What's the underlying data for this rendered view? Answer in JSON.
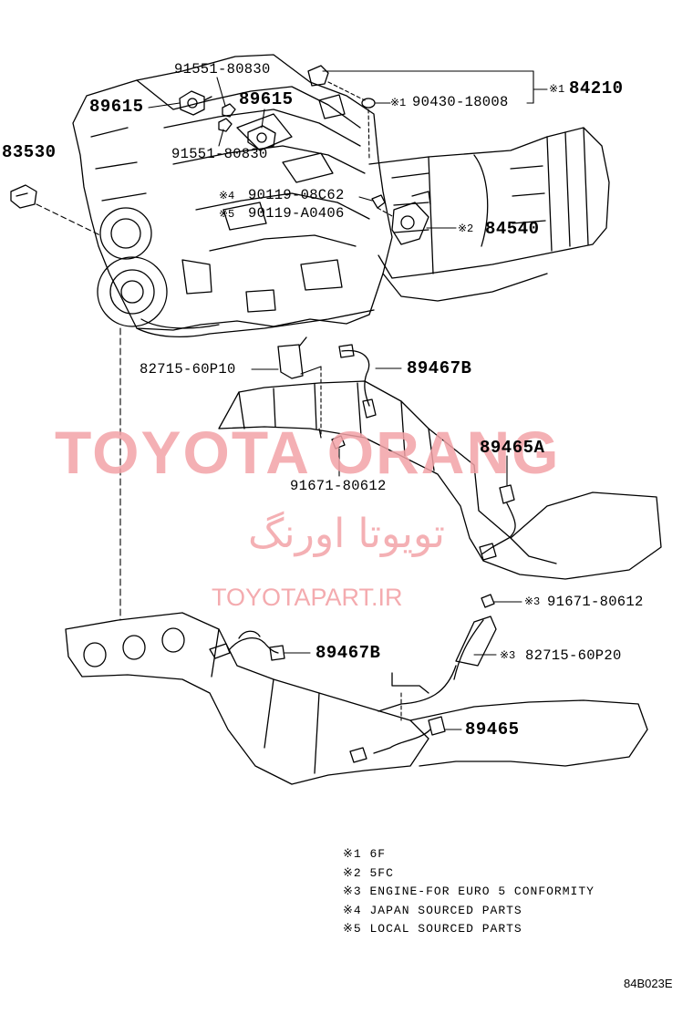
{
  "parts": {
    "p89615a": "89615",
    "p91551a": "91551-80830",
    "p89615b": "89615",
    "p91551b": "91551-80830",
    "p83530": "83530",
    "p90430_mark": "※1",
    "p90430": "90430-18008",
    "p84210_mark": "※1",
    "p84210": "84210",
    "p90119a_mark": "※4",
    "p90119a": "90119-08C62",
    "p90119b_mark": "※5",
    "p90119b": "90119-A0406",
    "p84540_mark": "※2",
    "p84540": "84540",
    "p82715a": "82715-60P10",
    "p89467b_upper": "89467B",
    "p91671a": "91671-80612",
    "p89465a": "89465A",
    "p91671b_mark": "※3",
    "p91671b": "91671-80612",
    "p82715b_mark": "※3",
    "p82715b": "82715-60P20",
    "p89467b_lower": "89467B",
    "p89465": "89465"
  },
  "notes": [
    "※1  6F",
    "※2  5FC",
    "※3  ENGINE-FOR EURO 5 CONFORMITY",
    "※4  JAPAN SOURCED PARTS",
    "※5  LOCAL SOURCED PARTS"
  ],
  "watermark": {
    "brand": "TOYOTA ORANG",
    "farsi": "تویوتا اورنگ",
    "url": "TOYOTAPART.IR"
  },
  "diagram_code": "84B023E",
  "colors": {
    "line": "#000000",
    "watermark": "#f3a3a7"
  }
}
